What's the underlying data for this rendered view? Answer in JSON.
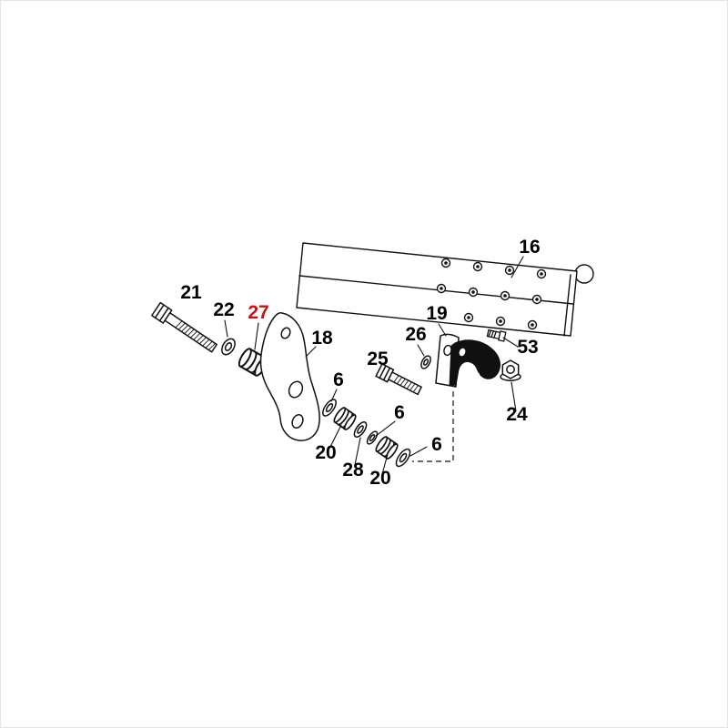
{
  "figure": {
    "type": "exploded-parts-diagram",
    "background": "#ffffff",
    "line_color": "#111111",
    "label_color": "#000000",
    "highlight_color": "#cc1111"
  },
  "labels": {
    "p16": "16",
    "p18": "18",
    "p19": "19",
    "p20a": "20",
    "p20b": "20",
    "p21": "21",
    "p22": "22",
    "p24": "24",
    "p25": "25",
    "p26": "26",
    "p27": "27",
    "p28": "28",
    "p53": "53",
    "p6a": "6",
    "p6b": "6",
    "p6c": "6"
  }
}
